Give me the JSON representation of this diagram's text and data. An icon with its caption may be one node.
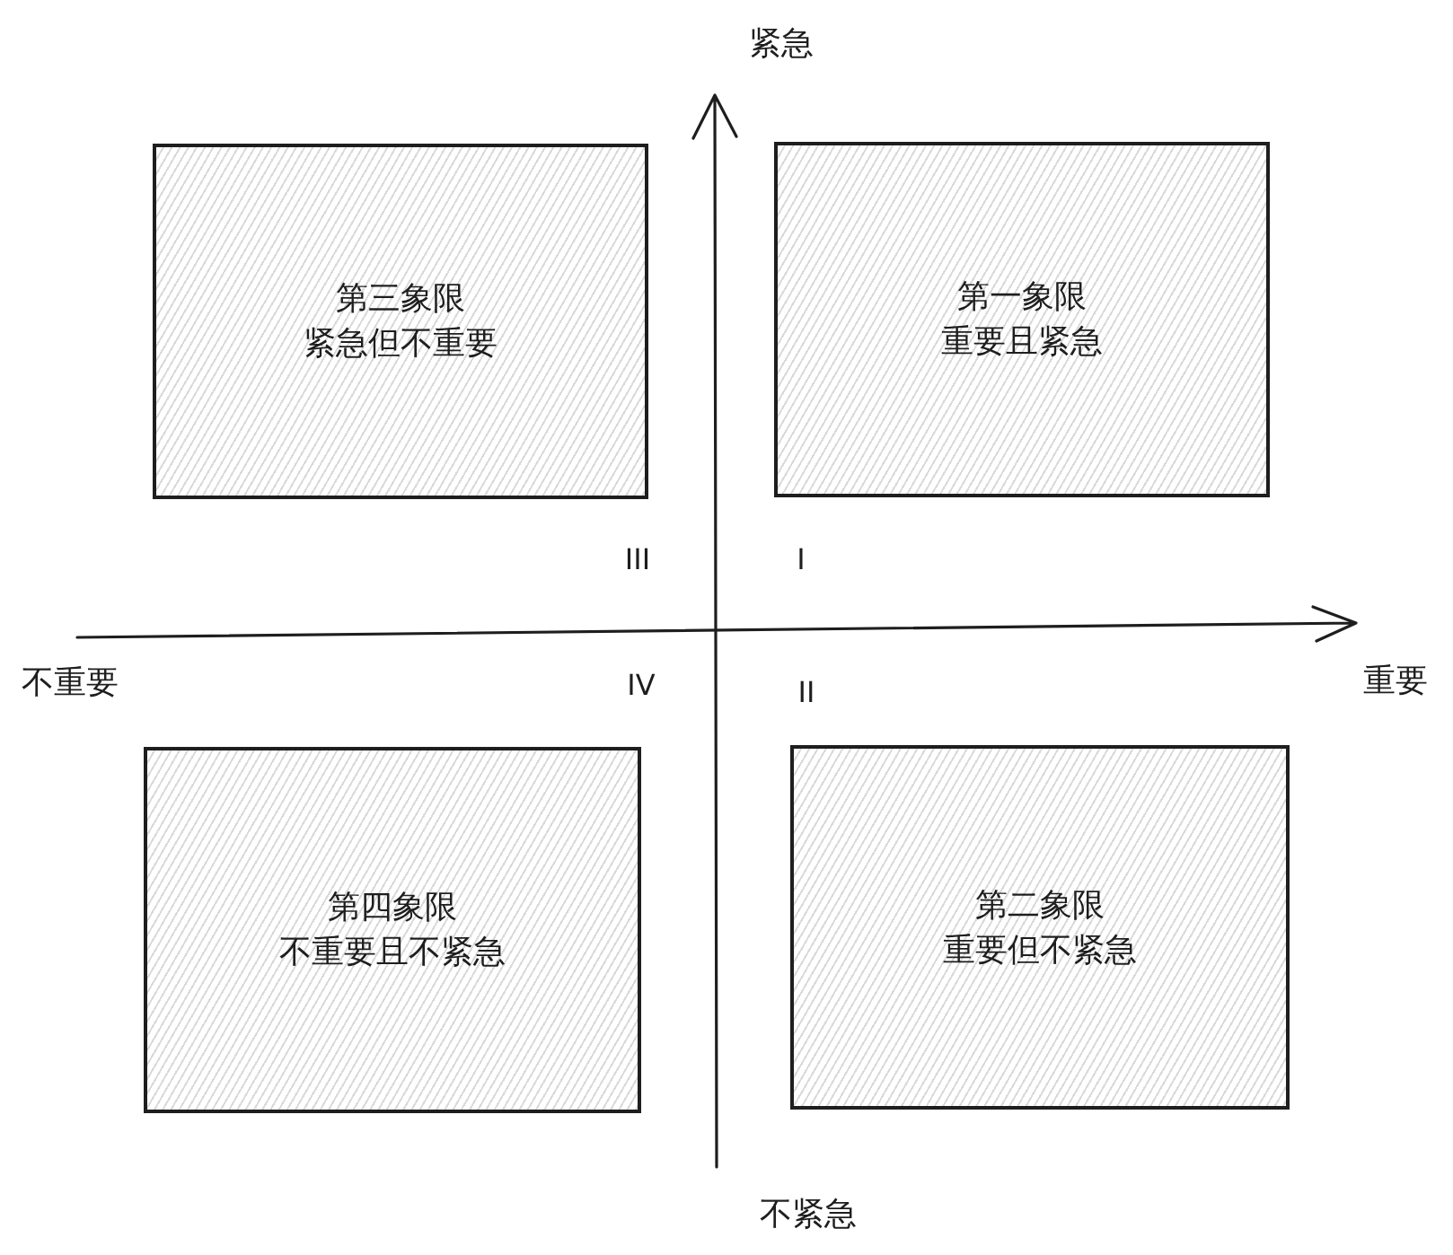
{
  "diagram": {
    "nodes": [
      {
        "text": [
          "第三象限",
          "紧急但不重要"
        ]
      },
      {
        "text": [
          "第一象限",
          "重要且紧急"
        ]
      },
      {
        "text": [
          "第四象限",
          "不重要且不紧急"
        ]
      },
      {
        "text": [
          "第二象限",
          "重要但不紧急"
        ]
      }
    ],
    "labels": [
      "紧急",
      "III",
      "I",
      "不重要",
      "IV",
      "II",
      "重要",
      "不紧急"
    ]
  }
}
